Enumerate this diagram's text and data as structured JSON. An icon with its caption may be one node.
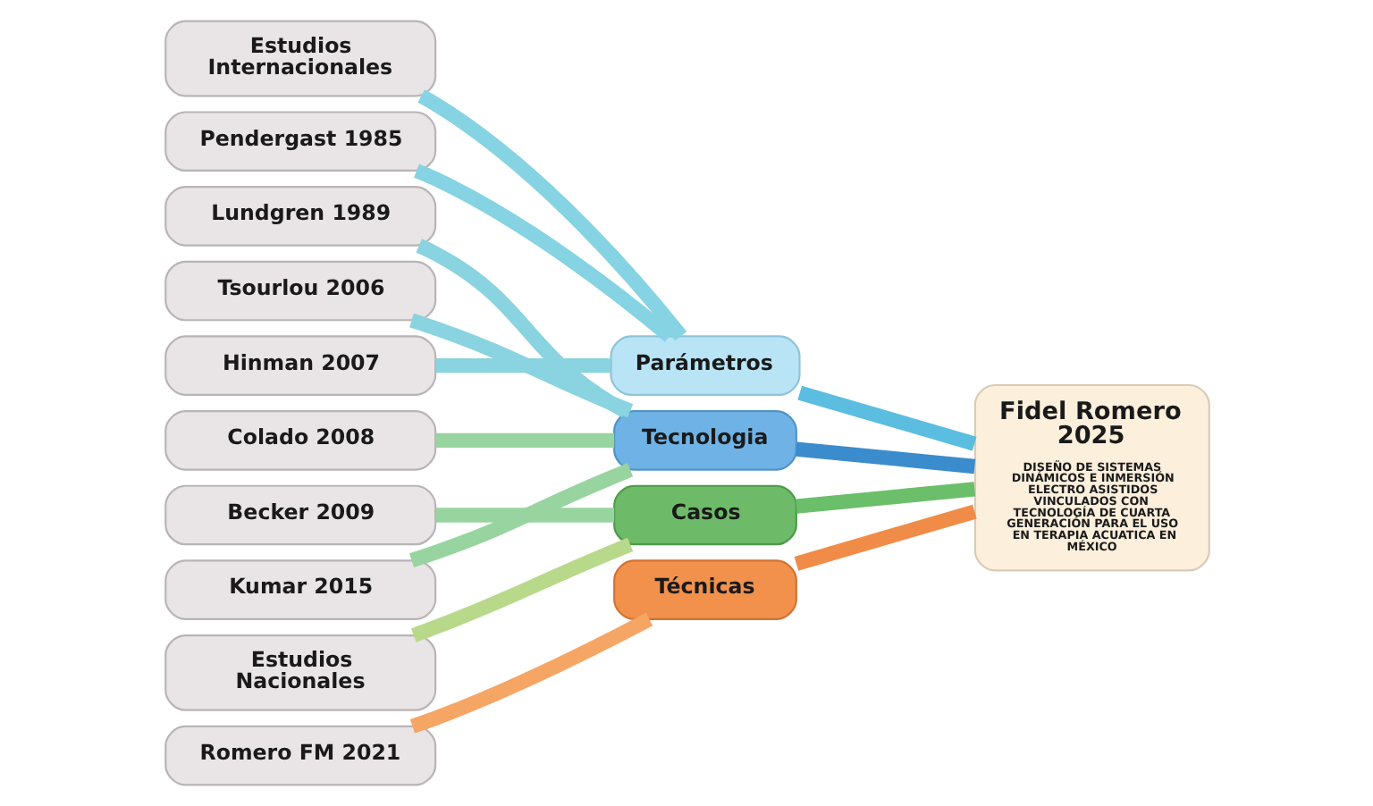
{
  "diagram": {
    "nodes": [
      {
        "text": [
          "Estudios Internacionales"
        ]
      },
      {
        "text": [
          "Pendergast 1985"
        ]
      },
      {
        "text": [
          "Lundgren 1989"
        ]
      },
      {
        "text": [
          "Tsourlou 2006"
        ]
      },
      {
        "text": [
          "Hinman 2007"
        ]
      },
      {
        "text": [
          "Colado 2008"
        ]
      },
      {
        "text": [
          "Becker 2009"
        ]
      },
      {
        "text": [
          "Kumar 2015"
        ]
      },
      {
        "text": [
          "Estudios Nacionales"
        ]
      },
      {
        "text": [
          "Romero FM 2021"
        ]
      },
      {
        "text": [
          "Parámetros"
        ]
      },
      {
        "text": [
          "Tecnologia"
        ]
      },
      {
        "text": [
          "Casos"
        ]
      },
      {
        "text": [
          "Técnicas"
        ]
      },
      {
        "text": [
          "Fidel Romero 2025",
          "DISEÑO DE SISTEMAS DINÁMICOS E INMERSIÓN ELECTRO ASISTIDOS VINCULADOS CON TECNOLOGÍA DE CUARTA GENERACIÓN PARA EL USO EN TERAPIA ACUATICA EN MÉXICO"
        ]
      }
    ],
    "edges": [
      {
        "from": 0,
        "to": 10,
        "arrow": "none",
        "color": "#86d3e3"
      },
      {
        "from": 1,
        "to": 10,
        "arrow": "none",
        "color": "#86d3e3"
      },
      {
        "from": 2,
        "to": 11,
        "arrow": "none",
        "color": "#8ad3e0"
      },
      {
        "from": 3,
        "to": 11,
        "arrow": "none",
        "color": "#8ad3e0"
      },
      {
        "from": 4,
        "to": 10,
        "arrow": "none",
        "color": "#8ad3e0"
      },
      {
        "from": 5,
        "to": 11,
        "arrow": "none",
        "color": "#98d4a0"
      },
      {
        "from": 6,
        "to": 12,
        "arrow": "none",
        "color": "#98d4a0"
      },
      {
        "from": 7,
        "to": 11,
        "arrow": "none",
        "color": "#98d4a0"
      },
      {
        "from": 8,
        "to": 12,
        "arrow": "none",
        "color": "#b8d98a"
      },
      {
        "from": 9,
        "to": 13,
        "arrow": "none",
        "color": "#f5a665"
      },
      {
        "from": 10,
        "to": 14,
        "arrow": "none",
        "color": "#5bbde0"
      },
      {
        "from": 11,
        "to": 14,
        "arrow": "none",
        "color": "#3a8ccc"
      },
      {
        "from": 12,
        "to": 14,
        "arrow": "none",
        "color": "#6cbf6a"
      },
      {
        "from": 13,
        "to": 14,
        "arrow": "none",
        "color": "#f08c48"
      }
    ]
  }
}
